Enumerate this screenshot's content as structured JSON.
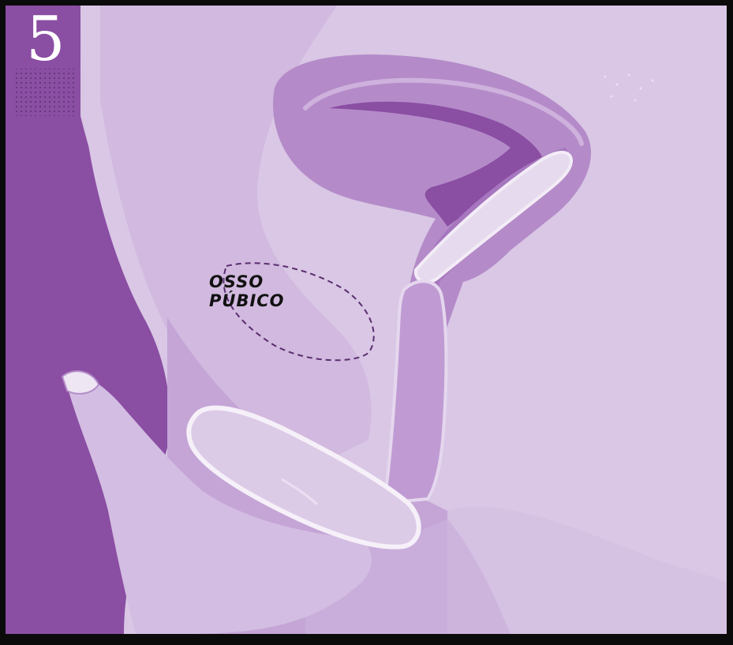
{
  "figure": {
    "step_number": "5",
    "label_line_1": "OSSO",
    "label_line_2": "PÚBICO"
  },
  "colors": {
    "background": "#dccde6",
    "dark_purple": "#8a4ea3",
    "mid_purple": "#b48bc8",
    "light_purple": "#cdb4dc",
    "pale_purple": "#e6dbee",
    "frame": "#0b0b0b"
  }
}
